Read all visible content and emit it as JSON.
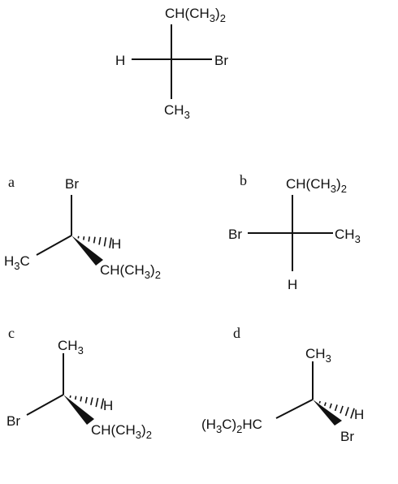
{
  "reference": {
    "top": "CH(CH3)2",
    "left": "H",
    "right": "Br",
    "bottom": "CH3"
  },
  "options": [
    {
      "letter": "a",
      "projection": "wedge-dash",
      "up": "Br",
      "left": "H3C",
      "dash": "H",
      "wedge": "CH(CH3)2"
    },
    {
      "letter": "b",
      "projection": "fischer",
      "top": "CH(CH3)2",
      "left": "Br",
      "right": "CH3",
      "bottom": "H"
    },
    {
      "letter": "c",
      "projection": "wedge-dash",
      "up": "CH3",
      "left": "Br",
      "dash": "H",
      "wedge": "CH(CH3)2"
    },
    {
      "letter": "d",
      "projection": "wedge-dash",
      "up": "CH3",
      "left": "(H3C)2HC",
      "dash": "H",
      "wedge": "Br"
    }
  ]
}
